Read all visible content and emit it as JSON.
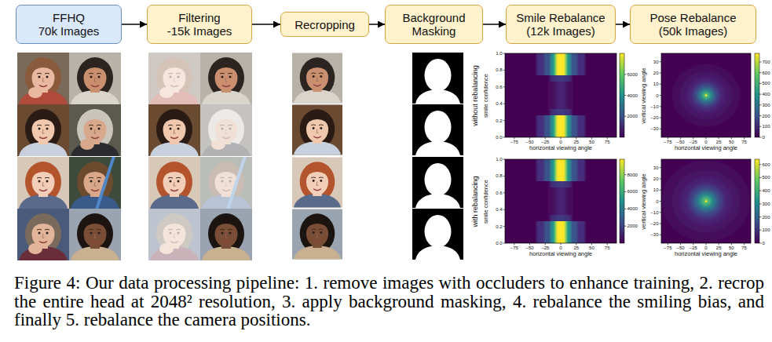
{
  "diagram": {
    "caption": "Figure 4: Our data processing pipeline: 1. remove images with occluders to enhance training, 2. recrop the entire head at 2048² resolution, 3. apply background masking, 4. rebalance the smiling bias, and finally 5. rebalance the camera positions.",
    "nodes": [
      {
        "text": [
          "FFHQ",
          "70k Images"
        ]
      },
      {
        "text": [
          "Filtering",
          "-15k Images"
        ]
      },
      {
        "text": [
          "Recropping"
        ]
      },
      {
        "text": [
          "Background Masking"
        ]
      },
      {
        "text": [
          "Smile Rebalance",
          "(12k Images)"
        ]
      },
      {
        "text": [
          "Pose Rebalance",
          "(50k Images)"
        ]
      }
    ],
    "edges": [
      {
        "from": 0,
        "to": 1,
        "arrow": "to"
      },
      {
        "from": 1,
        "to": 2,
        "arrow": "to"
      },
      {
        "from": 2,
        "to": 3,
        "arrow": "to"
      },
      {
        "from": 3,
        "to": 4,
        "arrow": "to"
      },
      {
        "from": 4,
        "to": 5,
        "arrow": "to"
      }
    ],
    "labels": [
      "without rebalancing",
      "with rebalancing",
      "smile confidence",
      "horizontal viewing angle",
      "0.0",
      "0.2",
      "0.4",
      "0.6",
      "0.8",
      "1.0",
      "−75",
      "−50",
      "−25",
      "0",
      "25",
      "50",
      "75",
      "2000",
      "4000",
      "6000",
      "vertical viewing angle",
      "horizontal viewing angle",
      "−30",
      "−20",
      "−10",
      "0",
      "10",
      "20",
      "30",
      "−75",
      "−50",
      "−25",
      "0",
      "25",
      "50",
      "75",
      "0",
      "100",
      "200",
      "300",
      "400",
      "500",
      "600",
      "700",
      "smile confidence",
      "horizontal viewing angle",
      "0.0",
      "0.2",
      "0.4",
      "0.6",
      "0.8",
      "1.0",
      "−75",
      "−50",
      "−25",
      "0",
      "25",
      "50",
      "75",
      "2000",
      "4000",
      "6000",
      "8000",
      "vertical viewing angle",
      "horizontal viewing angle",
      "−30",
      "−20",
      "−10",
      "0",
      "10",
      "20",
      "30",
      "−75",
      "−50",
      "−25",
      "0",
      "25",
      "50",
      "75",
      "0",
      "100",
      "200",
      "300",
      "400",
      "500",
      "600"
    ]
  }
}
